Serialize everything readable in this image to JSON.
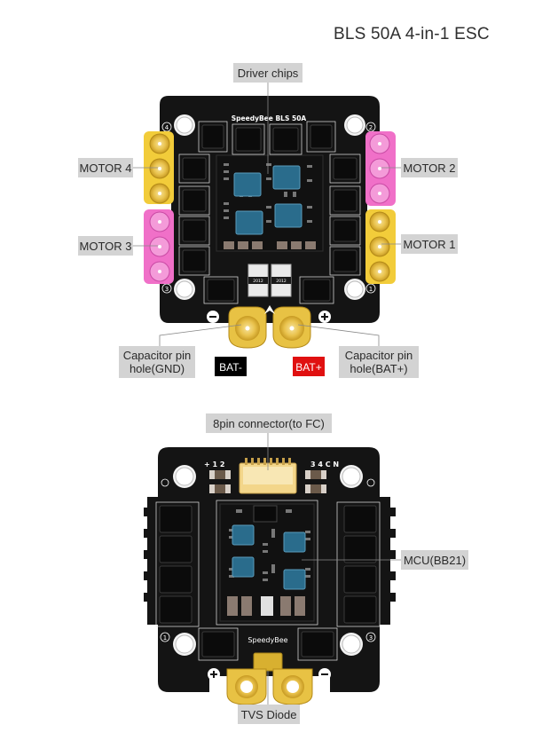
{
  "title": "BLS 50A 4-in-1 ESC",
  "top_board": {
    "silkscreen": "SpeedyBee BLS 50A",
    "corner_numbers": [
      "4",
      "2",
      "3",
      "1"
    ],
    "shunt_codes": [
      "2012",
      "2012"
    ],
    "labels": {
      "driver_chips": "Driver chips",
      "motor4": "MOTOR 4",
      "motor3": "MOTOR 3",
      "motor2": "MOTOR 2",
      "motor1": "MOTOR 1",
      "cap_gnd_line1": "Capacitor pin",
      "cap_gnd_line2": "hole(GND)",
      "cap_bat_line1": "Capacitor pin",
      "cap_bat_line2": "hole(BAT+)",
      "bat_minus": "BAT-",
      "bat_plus": "BAT+"
    }
  },
  "bottom_board": {
    "silkscreen": "SpeedyBee",
    "pad_text_left": "+ 1 2",
    "pad_text_right": "3 4 C N",
    "corner_numbers": [
      "1",
      "3"
    ],
    "labels": {
      "connector": "8pin connector(to FC)",
      "mcu": "MCU(BB21)",
      "tvs": "TVS Diode"
    }
  },
  "colors": {
    "board": "#141414",
    "yellow_pad": "#f2cc3a",
    "pink_pad": "#f070c8",
    "chip": "#2a6c8c",
    "label_bg": "#d3d3d3",
    "bat_minus_bg": "#000000",
    "bat_plus_bg": "#e01010"
  }
}
